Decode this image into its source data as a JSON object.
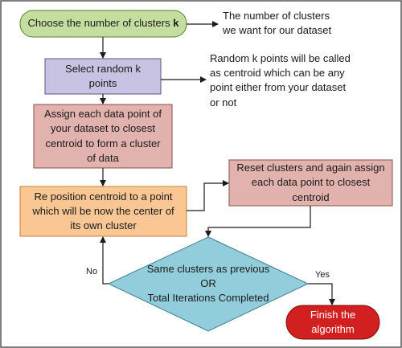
{
  "nodes": {
    "choose_k": {
      "text": "Choose the number of clusters ",
      "bold_suffix": "k",
      "fill": "#c5dea0",
      "stroke": "#5a7d2f"
    },
    "select_random": {
      "text": "Select random k\npoints",
      "fill": "#c9c3e3",
      "stroke": "#5b5687"
    },
    "assign": {
      "text": "Assign each data point of\nyour dataset to closest\ncentroid to form a cluster\nof data",
      "fill": "#e2b3ae",
      "stroke": "#8c4f48"
    },
    "reposition": {
      "text": "Re position centroid to a point\nwhich will be now the center of\nits own cluster",
      "fill": "#f9c694",
      "stroke": "#c7813c"
    },
    "reset": {
      "text": "Reset clusters and again assign\neach data point to closest\ncentroid",
      "fill": "#e2b3ae",
      "stroke": "#8c4f48"
    },
    "decision": {
      "text": "Same clusters as previous\nOR\nTotal Iterations Completed",
      "fill": "#92cddc",
      "stroke": "#3c7f90"
    },
    "finish": {
      "text": "Finish the\nalgorithm",
      "fill": "#d21f1f",
      "stroke": "#7a1010",
      "text_color": "#ffffff"
    }
  },
  "notes": {
    "clusters_note": "The number of clusters\nwe want for our dataset",
    "random_note": "Random k points will be called\nas centroid which can be any\npoint either from your dataset\nor not"
  },
  "edge_labels": {
    "no": "No",
    "yes": "Yes"
  },
  "colors": {
    "border": "#555555",
    "arrow": "#1a1a1a"
  }
}
